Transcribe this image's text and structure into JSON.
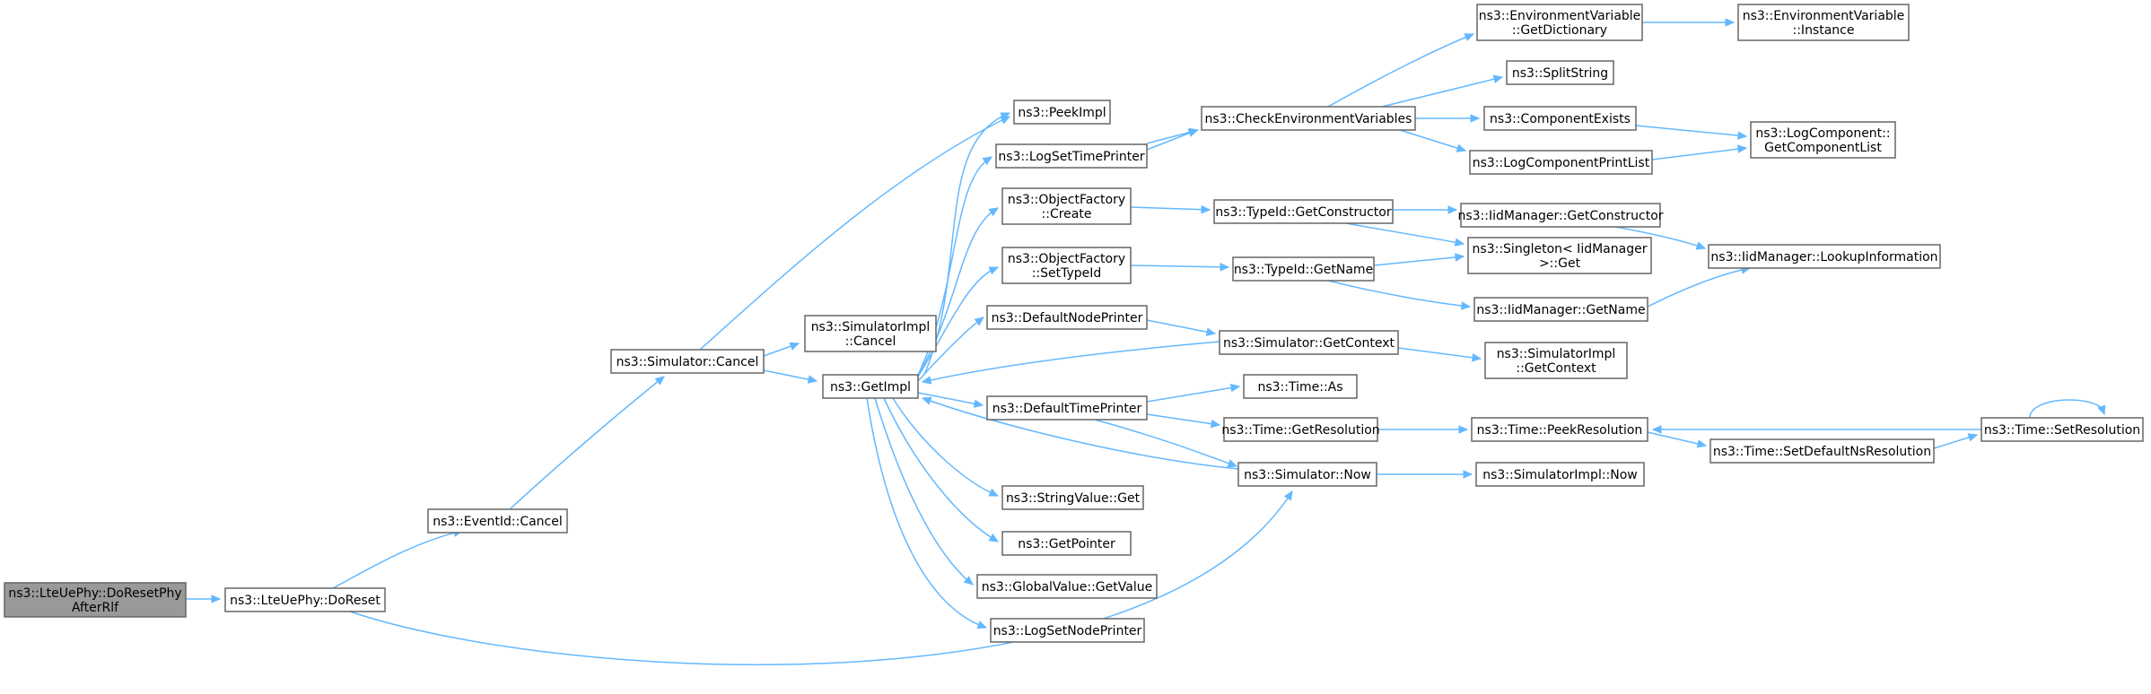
{
  "diagram": {
    "nodes": [
      {
        "id": "n0",
        "lines": [
          "ns3::LteUePhy::DoResetPhy",
          "AfterRlf"
        ],
        "root": true
      },
      {
        "id": "n1",
        "lines": [
          "ns3::LteUePhy::DoReset"
        ]
      },
      {
        "id": "n2",
        "lines": [
          "ns3::EventId::Cancel"
        ]
      },
      {
        "id": "n3",
        "lines": [
          "ns3::Simulator::Now"
        ]
      },
      {
        "id": "n4",
        "lines": [
          "ns3::Simulator::Cancel"
        ]
      },
      {
        "id": "n5",
        "lines": [
          "ns3::GetImpl"
        ]
      },
      {
        "id": "n6",
        "lines": [
          "ns3::PeekImpl"
        ]
      },
      {
        "id": "n7",
        "lines": [
          "ns3::SimulatorImpl",
          "::Cancel"
        ]
      },
      {
        "id": "n8",
        "lines": [
          "ns3::CheckEnvironmentVariables"
        ]
      },
      {
        "id": "n9",
        "lines": [
          "ns3::DefaultNodePrinter"
        ]
      },
      {
        "id": "n10",
        "lines": [
          "ns3::DefaultTimePrinter"
        ]
      },
      {
        "id": "n11",
        "lines": [
          "ns3::GetPointer"
        ]
      },
      {
        "id": "n12",
        "lines": [
          "ns3::GlobalValue::GetValue"
        ]
      },
      {
        "id": "n13",
        "lines": [
          "ns3::LogSetNodePrinter"
        ]
      },
      {
        "id": "n14",
        "lines": [
          "ns3::LogSetTimePrinter"
        ]
      },
      {
        "id": "n15",
        "lines": [
          "ns3::ObjectFactory",
          "::Create"
        ]
      },
      {
        "id": "n16",
        "lines": [
          "ns3::ObjectFactory",
          "::SetTypeId"
        ]
      },
      {
        "id": "n17",
        "lines": [
          "ns3::StringValue::Get"
        ]
      },
      {
        "id": "n18",
        "lines": [
          "ns3::ComponentExists"
        ]
      },
      {
        "id": "n19",
        "lines": [
          "ns3::EnvironmentVariable",
          "::GetDictionary"
        ]
      },
      {
        "id": "n20",
        "lines": [
          "ns3::LogComponentPrintList"
        ]
      },
      {
        "id": "n21",
        "lines": [
          "ns3::SplitString"
        ]
      },
      {
        "id": "n22",
        "lines": [
          "ns3::LogComponent::",
          "GetComponentList"
        ]
      },
      {
        "id": "n23",
        "lines": [
          "ns3::EnvironmentVariable",
          "::Instance"
        ]
      },
      {
        "id": "n24",
        "lines": [
          "ns3::Simulator::GetContext"
        ]
      },
      {
        "id": "n25",
        "lines": [
          "ns3::SimulatorImpl",
          "::GetContext"
        ]
      },
      {
        "id": "n26",
        "lines": [
          "ns3::Time::As"
        ]
      },
      {
        "id": "n27",
        "lines": [
          "ns3::Time::GetResolution"
        ]
      },
      {
        "id": "n28",
        "lines": [
          "ns3::Time::PeekResolution"
        ]
      },
      {
        "id": "n29",
        "lines": [
          "ns3::Time::SetDefaultNsResolution"
        ]
      },
      {
        "id": "n30",
        "lines": [
          "ns3::Time::SetResolution"
        ]
      },
      {
        "id": "n31",
        "lines": [
          "ns3::TypeId::GetConstructor"
        ]
      },
      {
        "id": "n32",
        "lines": [
          "ns3::IidManager::GetConstructor"
        ]
      },
      {
        "id": "n33",
        "lines": [
          "ns3::Singleton< IidManager",
          " >::Get"
        ]
      },
      {
        "id": "n34",
        "lines": [
          "ns3::IidManager::LookupInformation"
        ]
      },
      {
        "id": "n35",
        "lines": [
          "ns3::TypeId::GetName"
        ]
      },
      {
        "id": "n36",
        "lines": [
          "ns3::IidManager::GetName"
        ]
      },
      {
        "id": "n37",
        "lines": [
          "ns3::SimulatorImpl::Now"
        ]
      }
    ],
    "edges": [
      [
        "n0",
        "n1"
      ],
      [
        "n1",
        "n2"
      ],
      [
        "n1",
        "n3"
      ],
      [
        "n2",
        "n4"
      ],
      [
        "n4",
        "n5"
      ],
      [
        "n4",
        "n6"
      ],
      [
        "n4",
        "n7"
      ],
      [
        "n5",
        "n6"
      ],
      [
        "n5",
        "n8"
      ],
      [
        "n5",
        "n9"
      ],
      [
        "n5",
        "n10"
      ],
      [
        "n5",
        "n11"
      ],
      [
        "n5",
        "n12"
      ],
      [
        "n5",
        "n13"
      ],
      [
        "n5",
        "n14"
      ],
      [
        "n5",
        "n15"
      ],
      [
        "n5",
        "n16"
      ],
      [
        "n5",
        "n17"
      ],
      [
        "n8",
        "n18"
      ],
      [
        "n8",
        "n19"
      ],
      [
        "n8",
        "n20"
      ],
      [
        "n8",
        "n21"
      ],
      [
        "n18",
        "n22"
      ],
      [
        "n20",
        "n22"
      ],
      [
        "n19",
        "n23"
      ],
      [
        "n9",
        "n24"
      ],
      [
        "n24",
        "n5"
      ],
      [
        "n24",
        "n25"
      ],
      [
        "n10",
        "n3"
      ],
      [
        "n10",
        "n26"
      ],
      [
        "n10",
        "n27"
      ],
      [
        "n3",
        "n5"
      ],
      [
        "n3",
        "n37"
      ],
      [
        "n27",
        "n28"
      ],
      [
        "n28",
        "n29"
      ],
      [
        "n29",
        "n30"
      ],
      [
        "n30",
        "n28"
      ],
      [
        "n30",
        "n30"
      ],
      [
        "n14",
        "n8"
      ],
      [
        "n15",
        "n31"
      ],
      [
        "n31",
        "n32"
      ],
      [
        "n31",
        "n33"
      ],
      [
        "n32",
        "n34"
      ],
      [
        "n16",
        "n35"
      ],
      [
        "n35",
        "n33"
      ],
      [
        "n35",
        "n36"
      ],
      [
        "n36",
        "n34"
      ]
    ]
  }
}
